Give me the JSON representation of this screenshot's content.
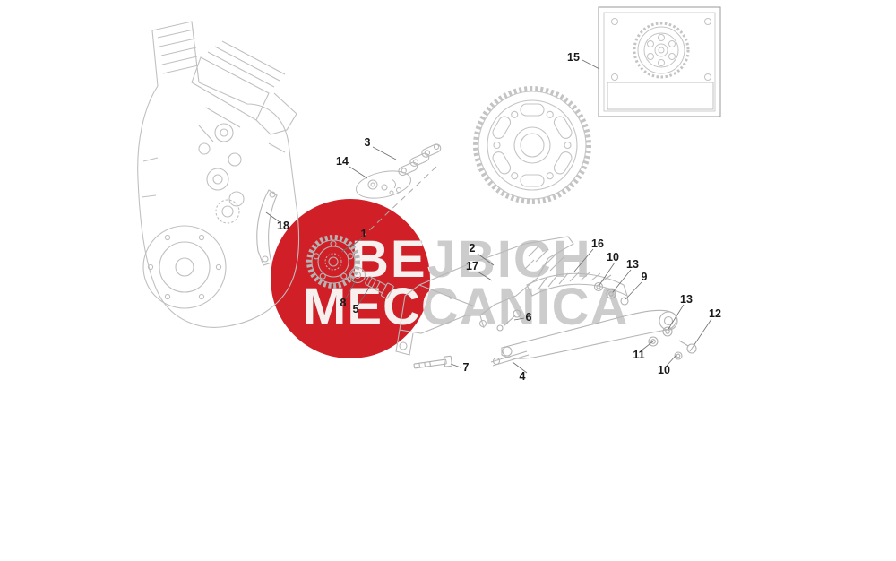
{
  "page": {
    "background": "#ffffff",
    "line_art_color": "#c0c0c0",
    "leader_color": "#6e6e6e",
    "label_color": "#1a1a1a"
  },
  "watermark": {
    "line1": "BEJBICH",
    "line2": "MECCANICA",
    "circle_color": "#d01f26",
    "text_color": "#9a9a9a"
  },
  "callouts": [
    {
      "text": "15"
    },
    {
      "text": "3"
    },
    {
      "text": "14"
    },
    {
      "text": "18"
    },
    {
      "text": "1"
    },
    {
      "text": "2"
    },
    {
      "text": "17"
    },
    {
      "text": "16"
    },
    {
      "text": "10"
    },
    {
      "text": "13"
    },
    {
      "text": "9"
    },
    {
      "text": "13"
    },
    {
      "text": "12"
    },
    {
      "text": "8"
    },
    {
      "text": "5"
    },
    {
      "text": "6"
    },
    {
      "text": "11"
    },
    {
      "text": "10"
    },
    {
      "text": "7"
    },
    {
      "text": "4"
    }
  ]
}
